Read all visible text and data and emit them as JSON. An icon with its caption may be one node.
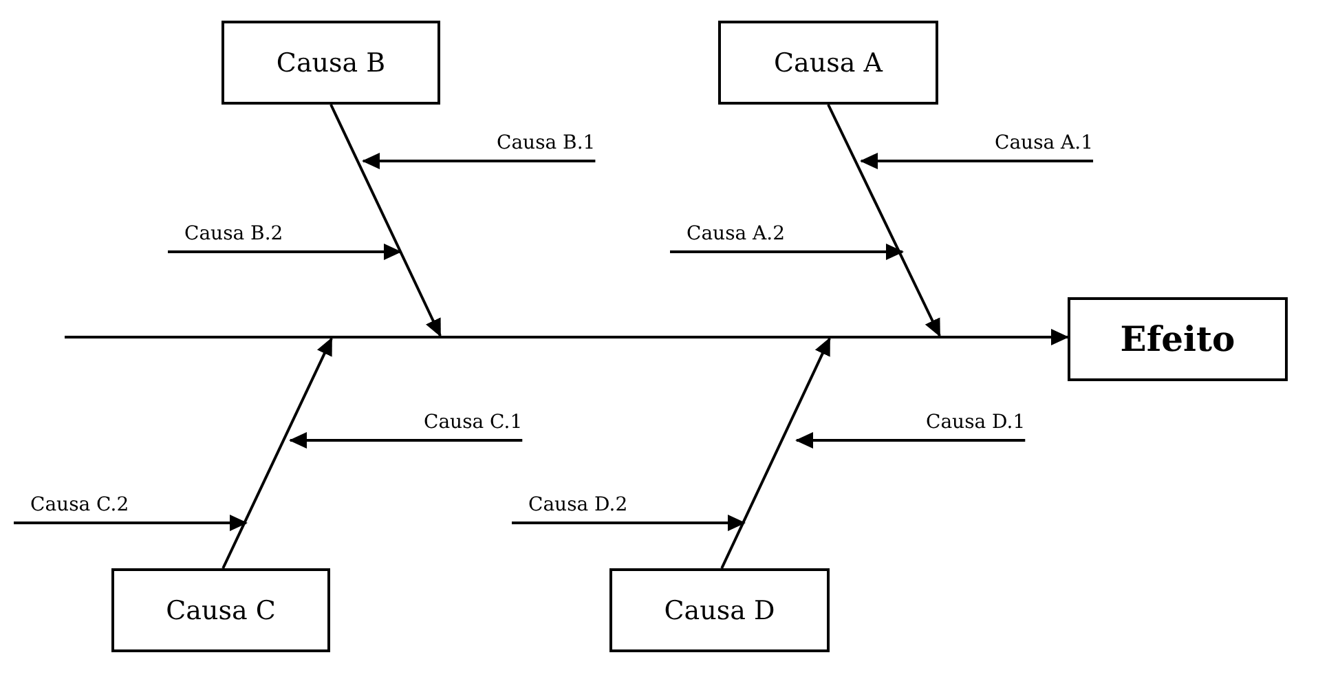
{
  "diagram": {
    "nodes": [
      {
        "text": [
          "Causa B"
        ]
      },
      {
        "text": [
          "Causa A"
        ]
      },
      {
        "text": [
          "Causa B.1"
        ]
      },
      {
        "text": [
          "Causa A.1"
        ]
      },
      {
        "text": [
          "Causa B.2"
        ]
      },
      {
        "text": [
          "Causa A.2"
        ]
      },
      {
        "text": [
          "Efeito"
        ]
      },
      {
        "text": [
          "Causa C.1"
        ]
      },
      {
        "text": [
          "Causa D.1"
        ]
      },
      {
        "text": [
          "Causa C.2"
        ]
      },
      {
        "text": [
          "Causa D.2"
        ]
      },
      {
        "text": [
          "Causa C"
        ]
      },
      {
        "text": [
          "Causa D"
        ]
      }
    ],
    "edges": [
      {
        "from": 0,
        "to": null,
        "arrow": "to"
      },
      {
        "from": 1,
        "to": null,
        "arrow": "to"
      },
      {
        "from": null,
        "to": 6,
        "arrow": "to"
      },
      {
        "from": 2,
        "to": null,
        "arrow": "to"
      },
      {
        "from": 3,
        "to": null,
        "arrow": "to"
      },
      {
        "from": 4,
        "to": null,
        "arrow": "to"
      },
      {
        "from": 5,
        "to": null,
        "arrow": "to"
      },
      {
        "from": 11,
        "to": null,
        "arrow": "to"
      },
      {
        "from": 12,
        "to": null,
        "arrow": "to"
      },
      {
        "from": 7,
        "to": null,
        "arrow": "to"
      },
      {
        "from": 8,
        "to": null,
        "arrow": "to"
      },
      {
        "from": 9,
        "to": null,
        "arrow": "to"
      },
      {
        "from": 10,
        "to": null,
        "arrow": "to"
      }
    ]
  }
}
